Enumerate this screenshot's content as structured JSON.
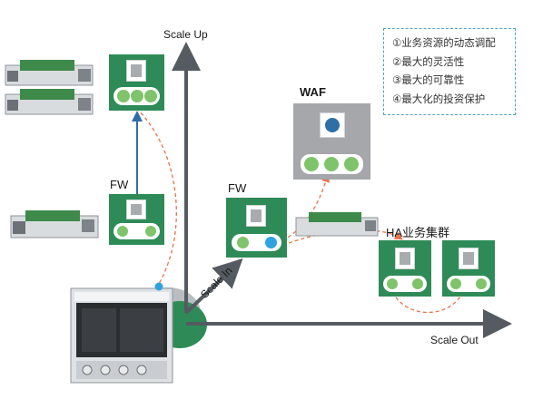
{
  "axes": {
    "scale_up": "Scale  Up",
    "scale_in": "Scale  In",
    "scale_out": "Scale  Out"
  },
  "legend": {
    "items": [
      "①业务资源的动态调配",
      "②最大的灵活性",
      "③最大的可靠性",
      "④最大化的投资保护"
    ]
  },
  "labels": {
    "fw_left": "FW",
    "fw_mid": "FW",
    "waf": "WAF",
    "ha_cluster": "HA业务集群"
  },
  "colors": {
    "card_green": "#2e8b57",
    "card_gray": "#a5a7ab",
    "axis": "#555b60",
    "blue_arrow": "#2f6fa8",
    "dashed_link": "#e8734a",
    "dot_green": "#7fc46b",
    "dot_blue": "#2fa3e0"
  }
}
